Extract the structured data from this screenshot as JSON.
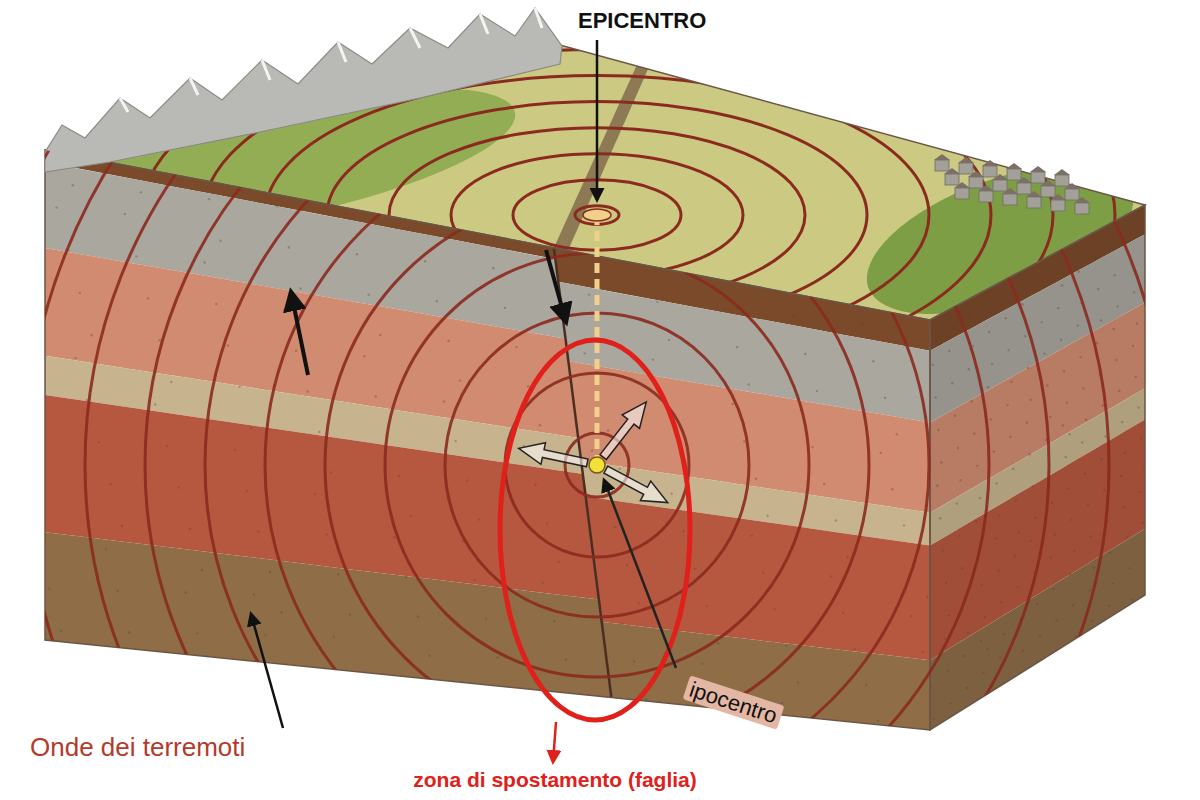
{
  "diagram": {
    "labels": [
      "EPICENTRO",
      "ipocentro",
      "Onde dei terremoti",
      "zona di spostamento (faglia)"
    ]
  }
}
